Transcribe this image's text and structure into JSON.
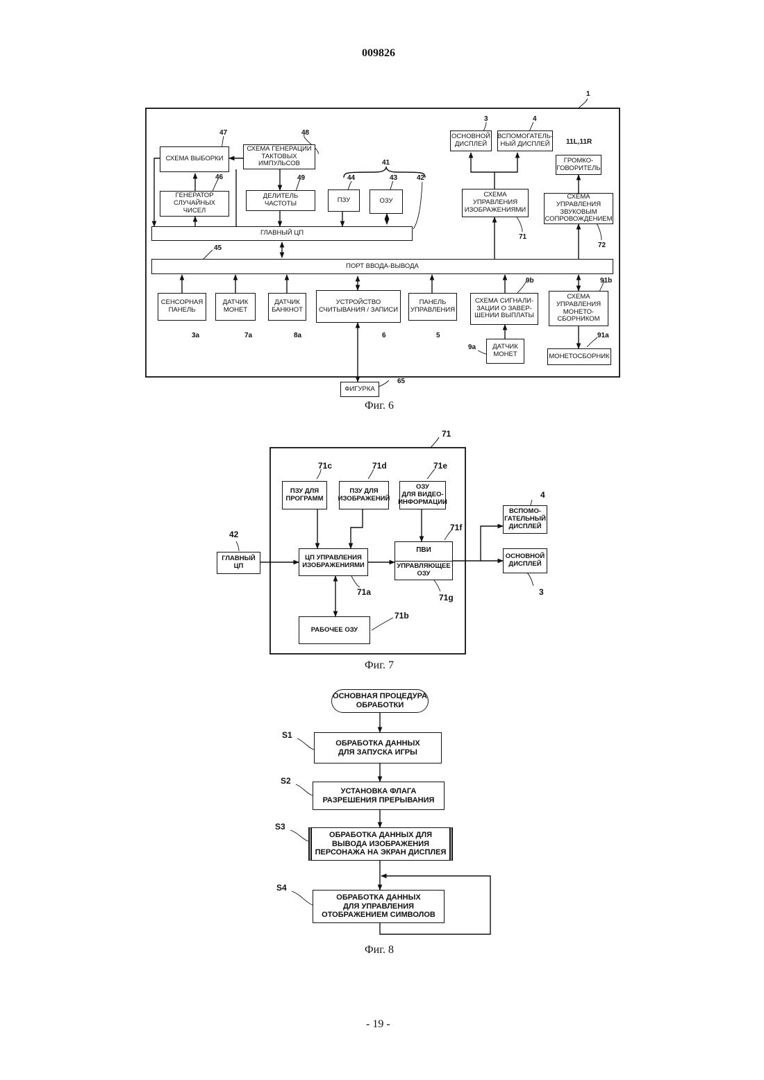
{
  "header": {
    "patent_number": "009826"
  },
  "footer": {
    "page": "- 19 -"
  },
  "fig6": {
    "caption": "Фиг. 6",
    "labels": {
      "system": "1",
      "l47": "47",
      "l48": "48",
      "l46": "46",
      "l49": "49",
      "l41": "41",
      "l44": "44",
      "l43": "43",
      "l42": "42",
      "l45": "45",
      "l3": "3",
      "l4": "4",
      "l11": "11L,11R",
      "l71": "71",
      "l72": "72",
      "l9b": "9b",
      "l91b": "91b",
      "l3a": "3a",
      "l7a": "7a",
      "l8a": "8a",
      "l6": "6",
      "l5": "5",
      "l9a": "9a",
      "l91a": "91a",
      "l65": "65"
    },
    "boxes": {
      "sampling": "СХЕМА ВЫБОРКИ",
      "clock_gen": "СХЕМА ГЕНЕРАЦИИ\nТАКТОВЫХ\nИМПУЛЬСОВ",
      "rng": "ГЕНЕРАТОР\nСЛУЧАЙНЫХ\nЧИСЕЛ",
      "divider": "ДЕЛИТЕЛЬ\nЧАСТОТЫ",
      "rom": "ПЗУ",
      "ram": "ОЗУ",
      "main_display": "ОСНОВНОЙ\nДИСПЛЕЙ",
      "sub_display": "ВСПОМОГАТЕЛЬ-\nНЫЙ ДИСПЛЕЙ",
      "speaker": "ГРОМКО-\nГОВОРИТЕЛЬ",
      "image_ctrl": "СХЕМА\nУПРАВЛЕНИЯ\nИЗОБРАЖЕНИЯМИ",
      "sound_ctrl": "СХЕМА\nУПРАВЛЕНИЯ\nЗВУКОВЫМ\nСОПРОВОЖДЕНИЕМ",
      "main_cpu": "ГЛАВНЫЙ ЦП",
      "io_port": "ПОРТ ВВОДА-ВЫВОДА",
      "touch_panel": "СЕНСОРНАЯ\nПАНЕЛЬ",
      "coin_sensor": "ДАТЧИК\nМОНЕТ",
      "bill_sensor": "ДАТЧИК\nБАНКНОТ",
      "reader_writer": "УСТРОЙСТВО\nСЧИТЫВАНИЯ / ЗАПИСИ",
      "control_panel": "ПАНЕЛЬ\nУПРАВЛЕНИЯ",
      "payout_signal": "СХЕМА СИГНАЛИ-\nЗАЦИИ О ЗАВЕР-\nШЕНИИ ВЫПЛАТЫ",
      "hopper_ctrl": "СХЕМА\nУПРАВЛЕНИЯ\nМОНЕТО-\nСБОРНИКОМ",
      "coin_sensor2": "ДАТЧИК\nМОНЕТ",
      "hopper": "МОНЕТОСБОРНИК",
      "figure": "ФИГУРКА"
    }
  },
  "fig7": {
    "caption": "Фиг. 7",
    "labels": {
      "l71": "71",
      "l71c": "71c",
      "l71d": "71d",
      "l71e": "71e",
      "l42": "42",
      "l71f": "71f",
      "l4": "4",
      "l3": "3",
      "l71a": "71a",
      "l71g": "71g",
      "l71b": "71b"
    },
    "boxes": {
      "rom_prog": "ПЗУ ДЛЯ\nПРОГРАММ",
      "rom_img": "ПЗУ ДЛЯ\nИЗОБРАЖЕНИЙ",
      "ram_video": "ОЗУ\nДЛЯ ВИДЕО-\nИНФОРМАЦИИ",
      "main_cpu": "ГЛАВНЫЙ ЦП",
      "img_cpu": "ЦП УПРАВЛЕНИЯ\nИЗОБРАЖЕНИЯМИ",
      "vdp": "ПВИ",
      "ctrl_ram": "УПРАВЛЯЮЩЕЕ\nОЗУ",
      "sub_display": "ВСПОМО-\nГАТЕЛЬНЫЙ\nДИСПЛЕЙ",
      "main_display": "ОСНОВНОЙ\nДИСПЛЕЙ",
      "work_ram": "РАБОЧЕЕ ОЗУ"
    }
  },
  "fig8": {
    "caption": "Фиг. 8",
    "start": "ОСНОВНАЯ ПРОЦЕДУРА\nОБРАБОТКИ",
    "steps": [
      {
        "id": "S1",
        "text": "ОБРАБОТКА ДАННЫХ\nДЛЯ ЗАПУСКА ИГРЫ"
      },
      {
        "id": "S2",
        "text": "УСТАНОВКА ФЛАГА\nРАЗРЕШЕНИЯ ПРЕРЫВАНИЯ"
      },
      {
        "id": "S3",
        "text": "ОБРАБОТКА ДАННЫХ ДЛЯ\nВЫВОДА ИЗОБРАЖЕНИЯ\nПЕРСОНАЖА НА ЭКРАН ДИСПЛЕЯ"
      },
      {
        "id": "S4",
        "text": "ОБРАБОТКА ДАННЫХ\nДЛЯ УПРАВЛЕНИЯ\nОТОБРАЖЕНИЕМ СИМВОЛОВ"
      }
    ]
  }
}
